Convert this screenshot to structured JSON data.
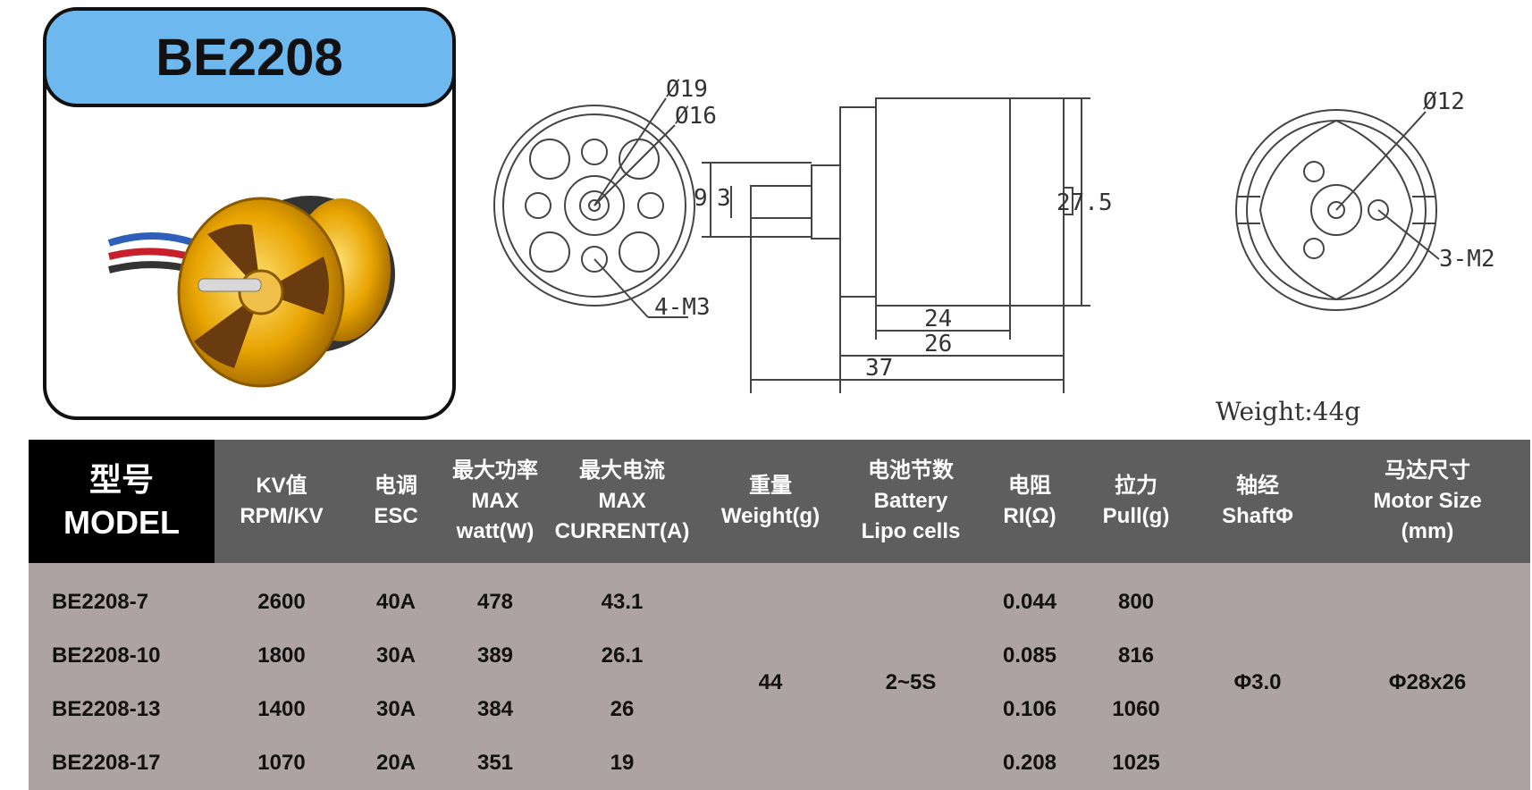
{
  "card": {
    "title": "BE2208"
  },
  "drawing": {
    "front": {
      "outer": "Ø19",
      "inner": "Ø16",
      "screws": "4-M3"
    },
    "side": {
      "d1": "9",
      "d2": "3",
      "height": "27.5",
      "len1": "24",
      "len2": "26",
      "len3": "37"
    },
    "rear": {
      "dia": "Ø12",
      "screws": "3-M2"
    },
    "weight_label": "Weight:44g"
  },
  "table": {
    "headers": [
      {
        "cn": "型号",
        "en": "MODEL",
        "extra": ""
      },
      {
        "cn": "KV值",
        "en": "RPM/KV",
        "extra": ""
      },
      {
        "cn": "电调",
        "en": "ESC",
        "extra": ""
      },
      {
        "cn": "最大功率",
        "en": "MAX",
        "extra": "watt(W)"
      },
      {
        "cn": "最大电流",
        "en": "MAX",
        "extra": "CURRENT(A)"
      },
      {
        "cn": "重量",
        "en": "Weight(g)",
        "extra": ""
      },
      {
        "cn": "电池节数",
        "en": "Battery",
        "extra": "Lipo cells"
      },
      {
        "cn": "电阻",
        "en": "RI(Ω)",
        "extra": ""
      },
      {
        "cn": "拉力",
        "en": "Pull(g)",
        "extra": ""
      },
      {
        "cn": "轴经",
        "en": "ShaftΦ",
        "extra": ""
      },
      {
        "cn": "马达尺寸",
        "en": "Motor Size",
        "extra": "(mm)"
      }
    ],
    "rows": [
      {
        "model": "BE2208-7",
        "kv": "2600",
        "esc": "40A",
        "watt": "478",
        "current": "43.1",
        "ri": "0.044",
        "pull": "800"
      },
      {
        "model": "BE2208-10",
        "kv": "1800",
        "esc": "30A",
        "watt": "389",
        "current": "26.1",
        "ri": "0.085",
        "pull": "816"
      },
      {
        "model": "BE2208-13",
        "kv": "1400",
        "esc": "30A",
        "watt": "384",
        "current": "26",
        "ri": "0.106",
        "pull": "1060"
      },
      {
        "model": "BE2208-17",
        "kv": "1070",
        "esc": "20A",
        "watt": "351",
        "current": "19",
        "ri": "0.208",
        "pull": "1025"
      }
    ],
    "shared": {
      "weight": "44",
      "cells": "2~5S",
      "shaft": "Φ3.0",
      "size": "Φ28x26"
    }
  }
}
